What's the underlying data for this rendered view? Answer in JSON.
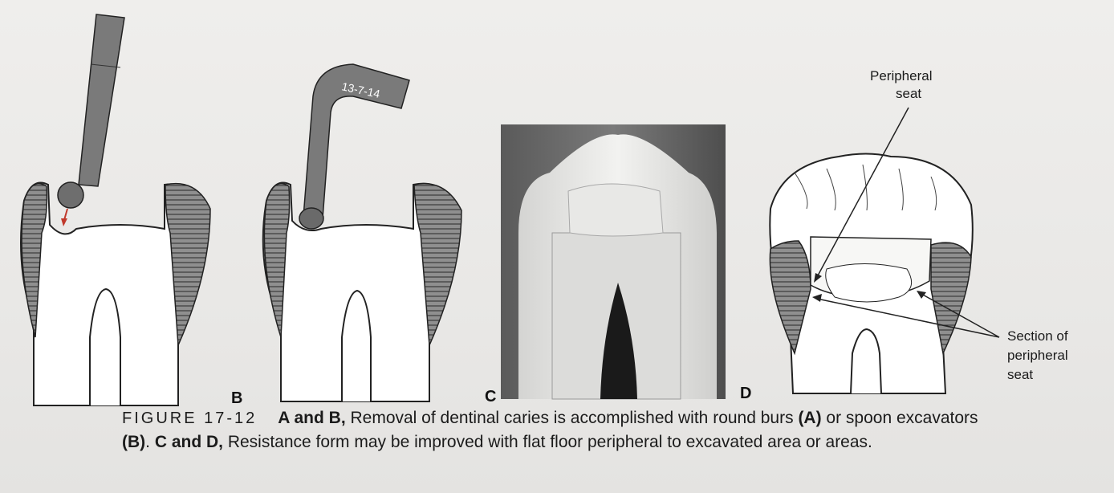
{
  "panels": {
    "a": {
      "label": ""
    },
    "b": {
      "label": "B",
      "instrument_text": "13-7-14"
    },
    "c": {
      "label": "C"
    },
    "d": {
      "label": "D",
      "annotations": {
        "peripheral_seat_line1": "Peripheral",
        "peripheral_seat_line2": "seat",
        "section_line1": "Section of",
        "section_line2": "peripheral",
        "section_line3": "seat"
      }
    }
  },
  "caption": {
    "figure_label": "FIGURE 17-12",
    "ab": "A and B,",
    "t1": " Removal of dentinal caries is accomplished with round burs ",
    "a_ref": "(A)",
    "t2": " or spoon excavators ",
    "b_ref": "(B)",
    "t3": ". ",
    "cd": "C and D,",
    "t4": " Resistance form may be improved with flat floor peripheral to excavated area or areas."
  }
}
